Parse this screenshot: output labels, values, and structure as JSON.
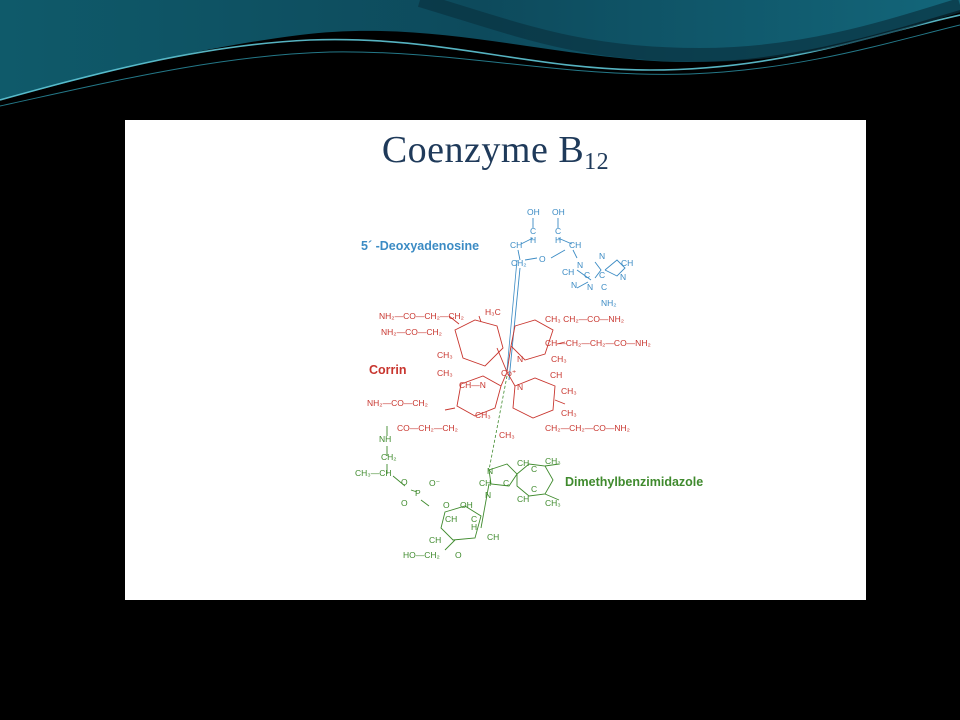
{
  "slide": {
    "title_main": "Coenzyme B",
    "title_sub": "12"
  },
  "labels": {
    "deoxyadenosine": "5´ -Deoxyadenosine",
    "corrin": "Corrin",
    "dimethylbenzimidazole": "Dimethylbenzimidazole"
  },
  "atoms": {
    "sugar_oh_a": "OH",
    "sugar_oh_b": "OH",
    "sugar_c_a": "C",
    "sugar_c_b": "C",
    "sugar_h_a": "H",
    "sugar_h_b": "H",
    "sugar_ch_left": "CH",
    "sugar_ch_right": "CH",
    "sugar_o": "O",
    "sugar_ch2": "CH₂",
    "aden_n1": "N",
    "aden_n2": "N",
    "aden_ch1": "CH",
    "aden_ch2": "CH",
    "aden_c1": "C",
    "aden_c2": "C",
    "aden_n3": "N",
    "aden_n4": "N",
    "aden_c3": "C",
    "aden_n5": "N",
    "aden_nh2": "NH₂",
    "r1": "NH₂—CO—CH₂—CH₂",
    "r2": "NH₂—CO—CH₂",
    "r3": "H₃C",
    "r4": "CH₃  CH₂—CO—NH₂",
    "r5": "CH—CH₂—CH₂—CO—NH₂",
    "r6": "CH₃",
    "r7": "CH₃",
    "r8": "CH₃",
    "co": "Co⁺",
    "r9": "CH—N",
    "r10": "N",
    "r11": "N",
    "r12": "CH",
    "r13": "NH₂—CO—CH₂",
    "r14": "CH₃",
    "r15": "CH₃",
    "r16": "CH₃",
    "r17": "CO—CH₂—CH₂",
    "r18": "CH₃",
    "r19": "CH₂—CH₂—CO—NH₂",
    "g_nh": "NH",
    "g_ch2": "CH₂",
    "g_ch3ch": "CH₃—CH",
    "g_o1": "O",
    "g_p": "P",
    "g_o2": "O⁻",
    "g_o3": "O",
    "g_o4": "O",
    "g_oh": "OH",
    "g_ch_a": "CH",
    "g_c": "C",
    "g_h": "H",
    "g_ch_b": "CH",
    "g_ch_c": "CH",
    "g_hoch2": "HO—CH₂",
    "g_o5": "O",
    "g_n1": "N",
    "g_ch_d": "CH",
    "g_n2": "N",
    "g_c2": "C",
    "g_ch_e": "CH",
    "g_c3": "C",
    "g_ch3a": "CH₃",
    "g_ch3b": "CH₃",
    "g_c4": "C",
    "g_ch_f": "CH"
  }
}
